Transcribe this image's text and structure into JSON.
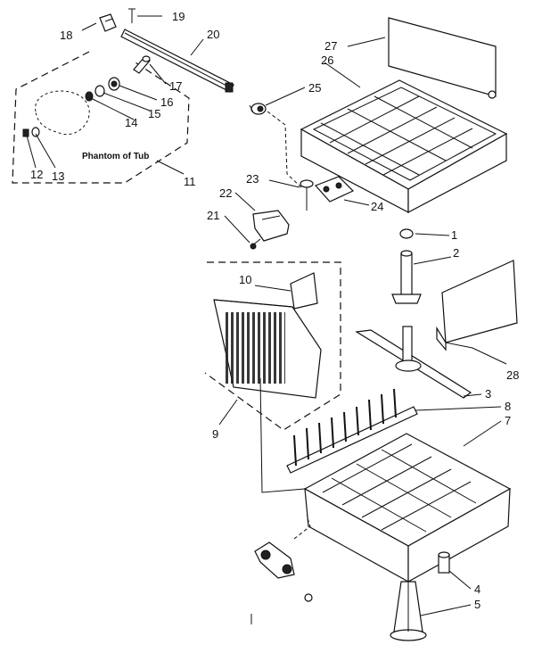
{
  "phantom_text": "Phantom of Tub",
  "callouts": {
    "c1": "1",
    "c2": "2",
    "c3": "3",
    "c4": "4",
    "c5": "5",
    "c7": "7",
    "c8": "8",
    "c9": "9",
    "c10": "10",
    "c11": "11",
    "c12": "12",
    "c13": "13",
    "c14": "14",
    "c15": "15",
    "c16": "16",
    "c17": "17",
    "c18": "18",
    "c19": "19",
    "c20": "20",
    "c21": "21",
    "c22": "22",
    "c23": "23",
    "c24": "24",
    "c25": "25",
    "c26": "26",
    "c27": "27",
    "c28": "28"
  }
}
